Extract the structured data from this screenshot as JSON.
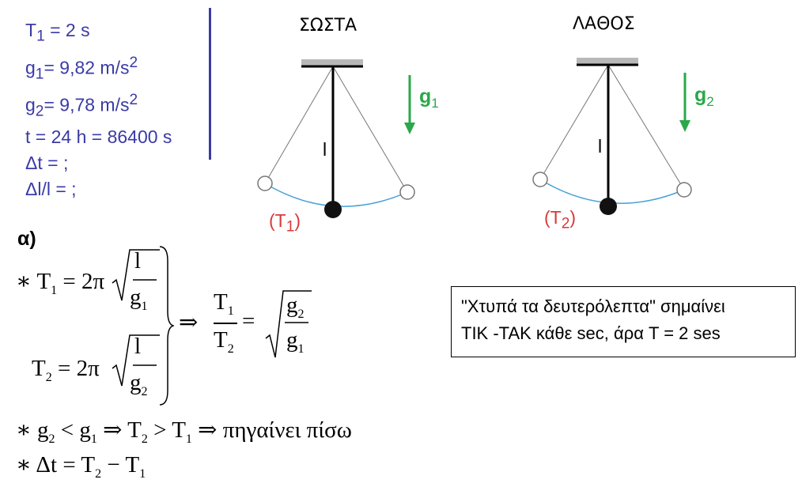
{
  "given": {
    "lines": [
      "T1 = 2 s",
      "g1= 9,82 m/s2",
      "g2= 9,78 m/s2",
      "t = 24 h = 86400 s",
      "Δt = ;",
      "Δl/l = ;"
    ],
    "T1_label": "T",
    "T1_sub": "1",
    "T1_val": " = 2 s",
    "g1_label": "g",
    "g1_sub": "1",
    "g1_val": "= 9,82 m/s",
    "g1_sup": "2",
    "g2_label": "g",
    "g2_sub": "2",
    "g2_val": "= 9,78 m/s",
    "g2_sup": "2",
    "t_line": "t = 24 h = 86400 s",
    "dt_line": "Δt = ;",
    "dl_line": "Δl/l = ;"
  },
  "pendulum_correct": {
    "title": "ΣΩΣΤΑ",
    "length_label": "l",
    "g_label": "g",
    "g_sub": "1",
    "period_label": "(T",
    "period_sub": "1",
    "period_close": ")"
  },
  "pendulum_wrong": {
    "title": "ΛΑΘΟΣ",
    "length_label": "l",
    "g_label": "g",
    "g_sub": "2",
    "period_label": "(T",
    "period_sub": "2",
    "period_close": ")"
  },
  "section": "α)",
  "equations": {
    "star": "∗",
    "T": "T",
    "eq_2pi": " = 2π",
    "l": "l",
    "g": "g",
    "s1": "1",
    "s2": "2",
    "implies": "⇒",
    "ineq_g": "g",
    "lt": "<",
    "gt": ">",
    "goes_back": "πηγαίνει πίσω",
    "dt": "Δt = T",
    "minus": " − T"
  },
  "colors": {
    "given_text": "#3a3aa8",
    "period_label": "#d83a3a",
    "gravity_arrow": "#2aa84a",
    "arc": "#4aa0d8"
  },
  "note": {
    "line1": "\"Χτυπά τα δευτερόλεπτα\" σημαίνει",
    "line2": "ΤΙΚ -ΤΑΚ κάθε sec, άρα T = 2 ses"
  }
}
